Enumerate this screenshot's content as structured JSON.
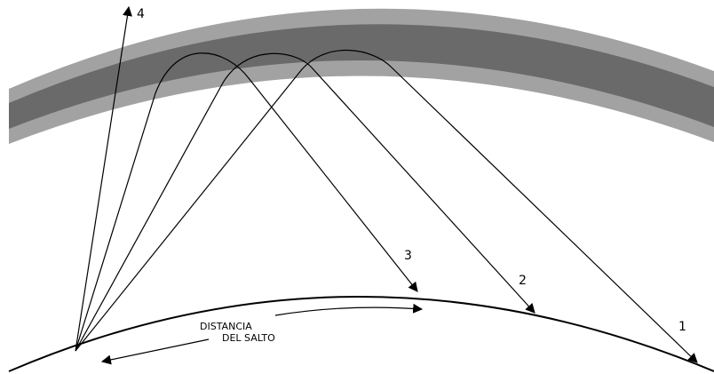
{
  "colors": {
    "layer_outer": "#a2a2a2",
    "layer_inner": "#6a6a6a",
    "ray": "#000000",
    "ground": "#000000"
  },
  "labels": {
    "ray_1": "1",
    "ray_2": "2",
    "ray_3": "3",
    "ray_4": "4",
    "skip_distance_line1": "DISTANCIA",
    "skip_distance_line2": "DEL SALTO"
  }
}
